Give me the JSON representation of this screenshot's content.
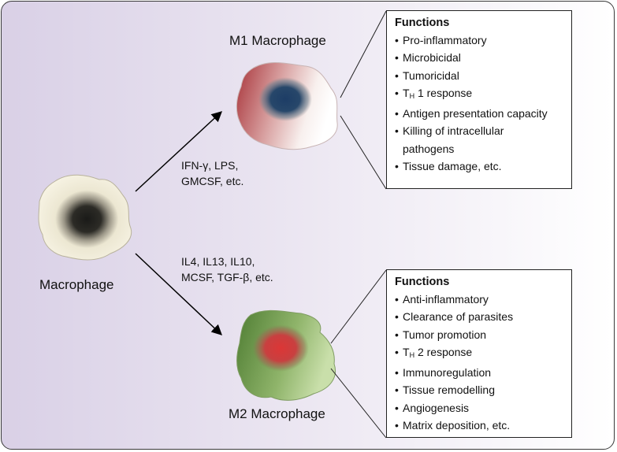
{
  "macrophage": {
    "label": "Macrophage"
  },
  "m1": {
    "title": "M1 Macrophage",
    "stimuli": [
      "IFN-γ, LPS,",
      "GMCSF, etc."
    ],
    "functions_title": "Functions",
    "functions": [
      {
        "text": "Pro-inflammatory"
      },
      {
        "text": "Microbicidal"
      },
      {
        "text": "Tumoricidal"
      },
      {
        "pre": "T",
        "sub": "H",
        "text": " 1 response"
      },
      {
        "text": "Antigen presentation capacity"
      },
      {
        "text": "Killing of intracellular"
      },
      {
        "text": "pathogens",
        "continuation": true
      },
      {
        "text": "Tissue damage, etc."
      }
    ]
  },
  "m2": {
    "title": "M2 Macrophage",
    "stimuli": [
      "IL4, IL13, IL10,",
      "MCSF, TGF-β, etc."
    ],
    "functions_title": "Functions",
    "functions": [
      {
        "text": "Anti-inflammatory"
      },
      {
        "text": "Clearance of parasites"
      },
      {
        "text": "Tumor promotion"
      },
      {
        "pre": "T",
        "sub": "H",
        "text": " 2 response"
      },
      {
        "text": "Immunoregulation"
      },
      {
        "text": "Tissue remodelling"
      },
      {
        "text": "Angiogenesis"
      },
      {
        "text": "Matrix deposition, etc."
      }
    ]
  },
  "colors": {
    "m1_cell": "#b23a40",
    "m1_nucleus": "#1e3f66",
    "m2_cell": "#5a8a3c",
    "m2_nucleus": "#d23a3a",
    "naive_cell": "#f2ecd4",
    "naive_nucleus": "#1a1a18"
  }
}
